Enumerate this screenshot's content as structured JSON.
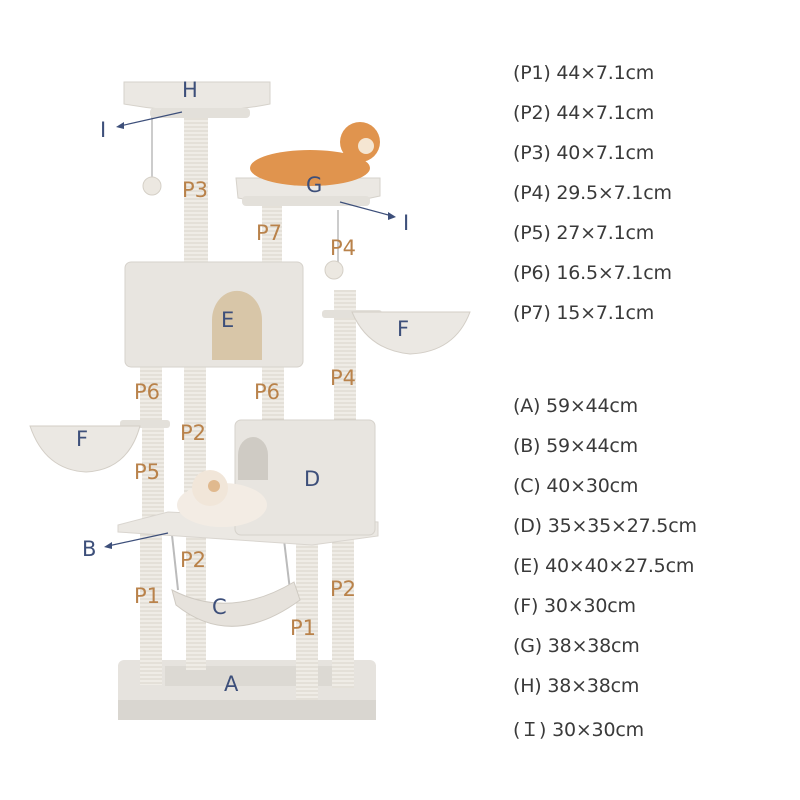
{
  "post_specs": [
    {
      "label": "(P1) 44×7.1cm"
    },
    {
      "label": "(P2) 44×7.1cm"
    },
    {
      "label": "(P3) 40×7.1cm"
    },
    {
      "label": "(P4) 29.5×7.1cm"
    },
    {
      "label": "(P5) 27×7.1cm"
    },
    {
      "label": "(P6) 16.5×7.1cm"
    },
    {
      "label": "(P7) 15×7.1cm"
    }
  ],
  "part_specs": [
    {
      "label": "(A) 59×44cm"
    },
    {
      "label": "(B) 59×44cm"
    },
    {
      "label": "(C) 40×30cm"
    },
    {
      "label": "(D) 35×35×27.5cm"
    },
    {
      "label": "(E) 40×40×27.5cm"
    },
    {
      "label": "(F) 30×30cm"
    },
    {
      "label": "(G) 38×38cm"
    },
    {
      "label": "(H) 38×38cm"
    },
    {
      "label": "(Ｉ) 30×30cm"
    }
  ],
  "diagram_labels": {
    "H": "H",
    "G": "G",
    "E": "E",
    "D": "D",
    "C": "C",
    "B": "B",
    "A": "A",
    "F_right": "F",
    "F_left": "F",
    "I_top": "I",
    "I_mid": "I",
    "P3": "P3",
    "P7": "P7",
    "P4_top": "P4",
    "P4_low": "P4",
    "P6_left": "P6",
    "P6_right": "P6",
    "P2_left": "P2",
    "P5": "P5",
    "P2_mid": "P2",
    "P2_right": "P2",
    "P1_left": "P1",
    "P1_right": "P1"
  },
  "colors": {
    "label_blue": "#3d4f7a",
    "label_brown": "#b9824a",
    "plush": "#e9e7e2",
    "post": "#efece6",
    "cat_orange": "#e0944e"
  }
}
